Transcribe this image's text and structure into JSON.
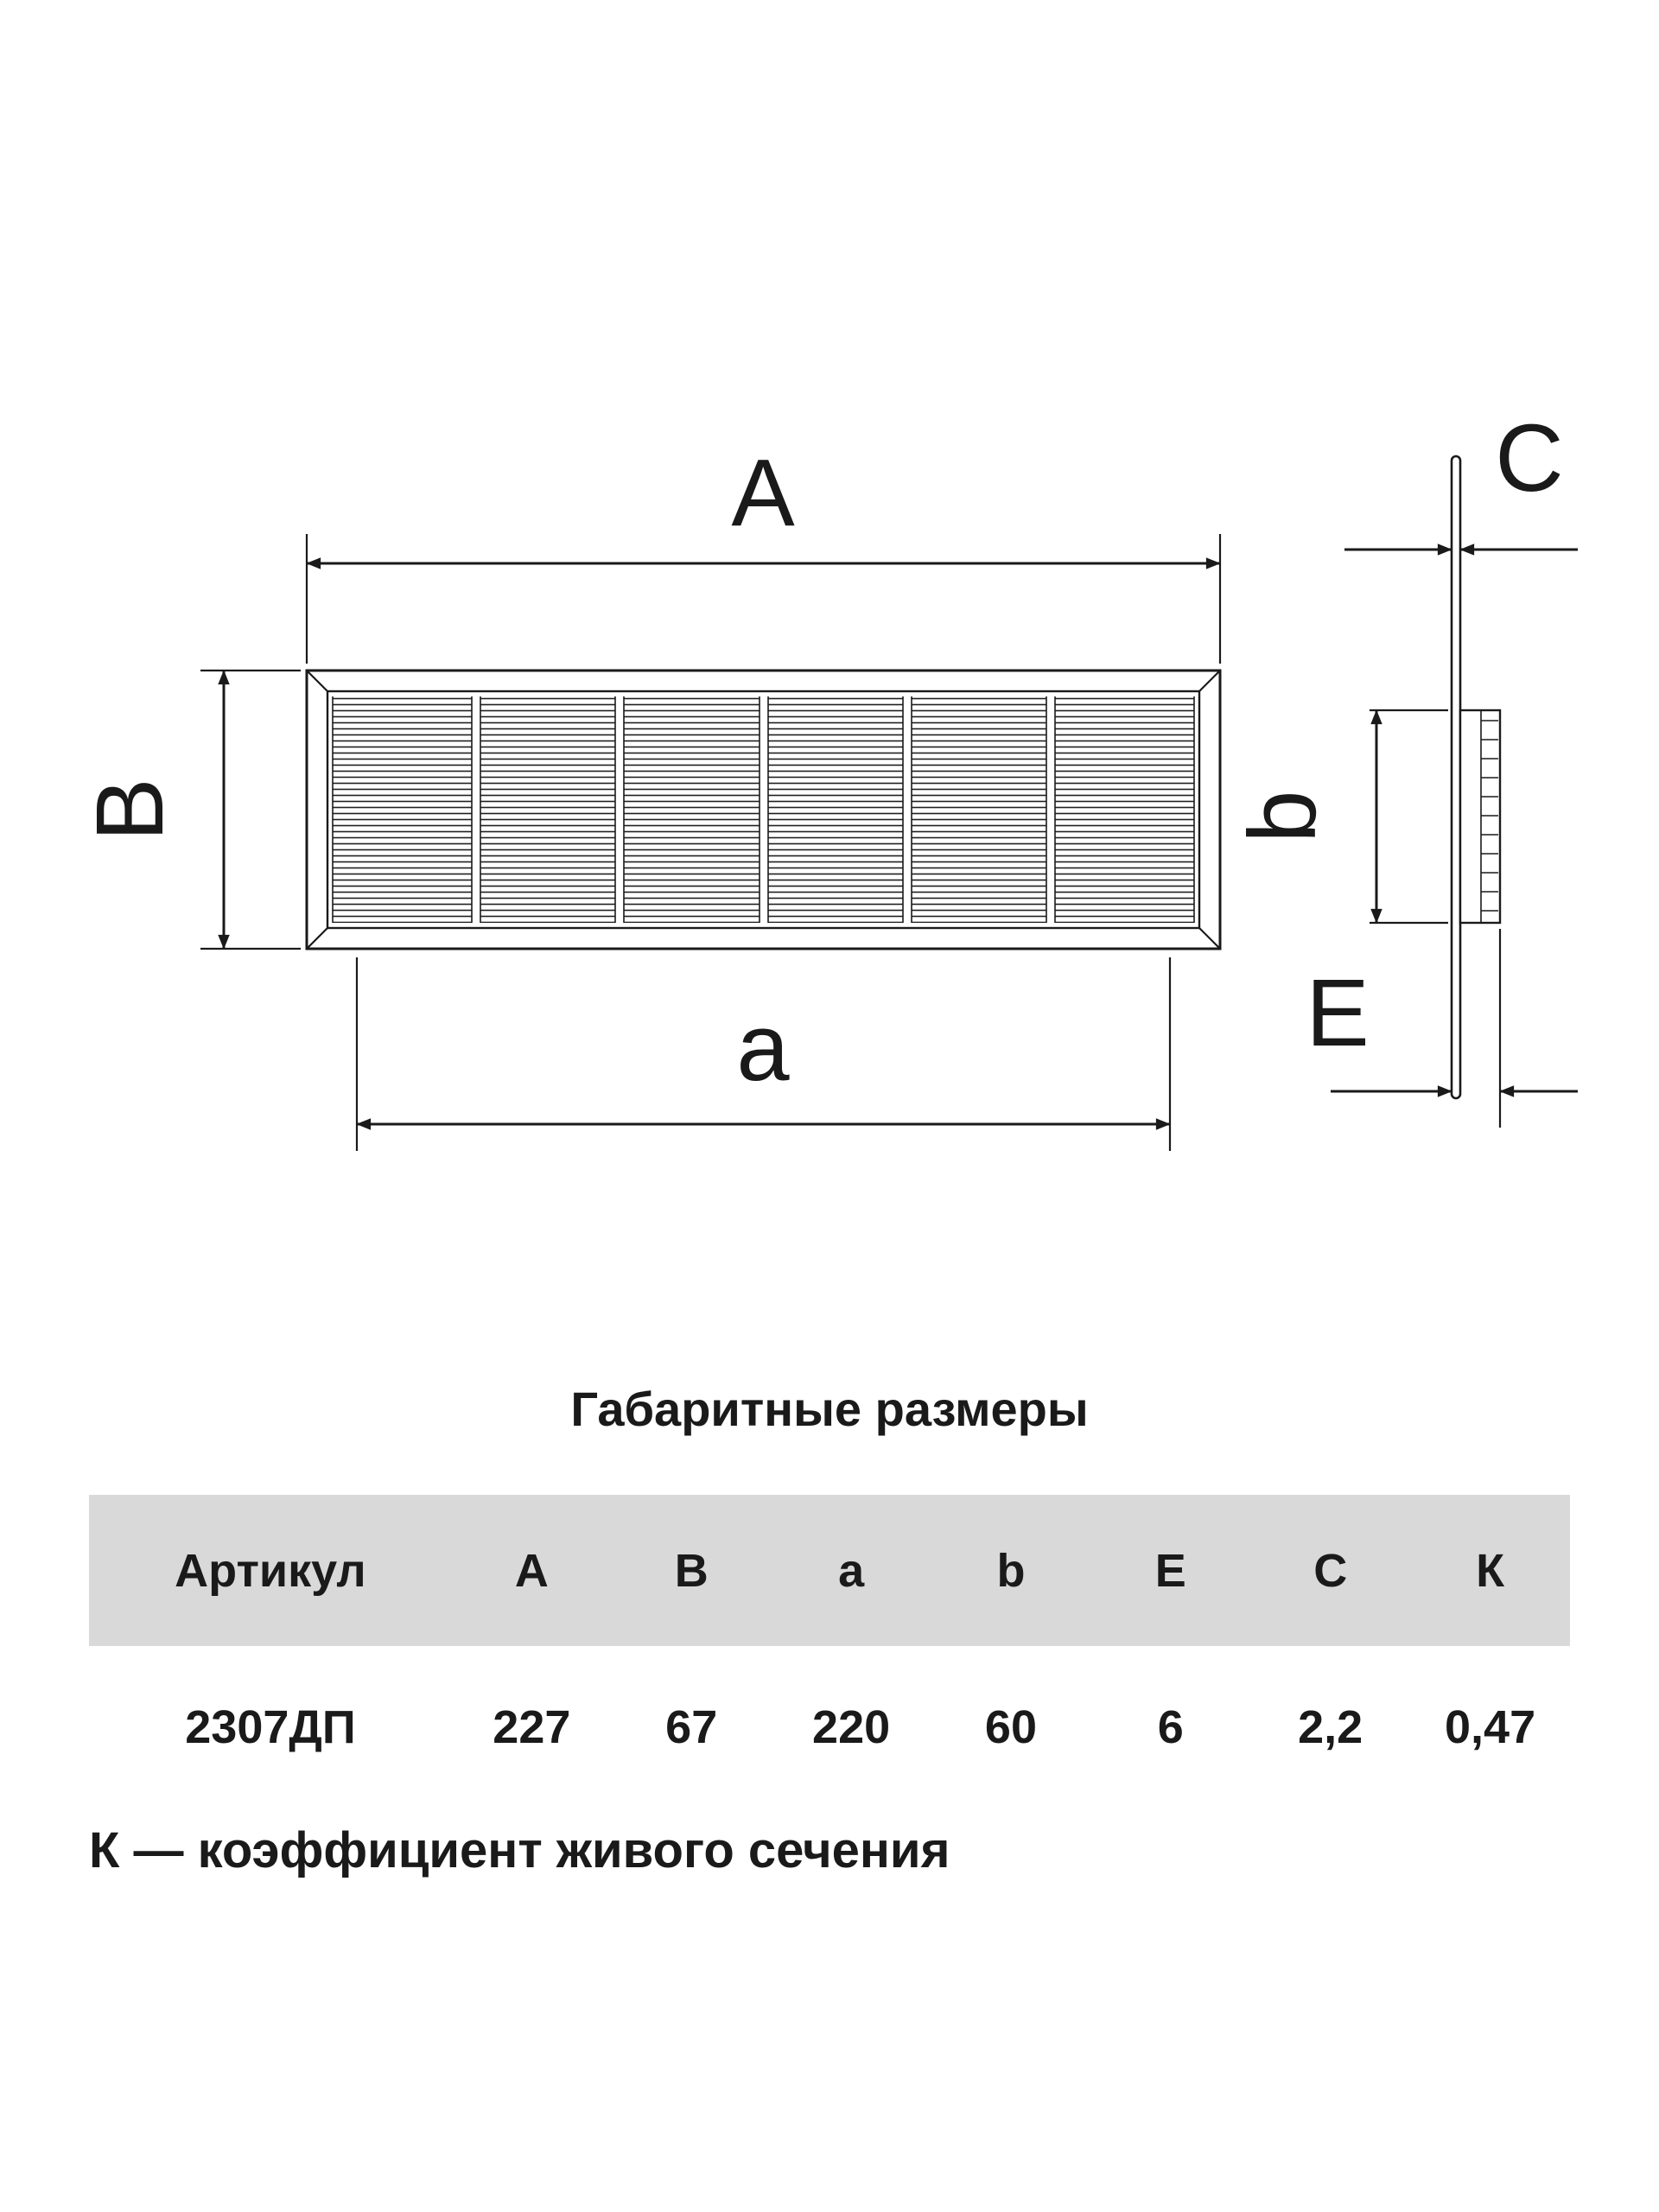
{
  "drawing": {
    "dim_labels": {
      "A": "А",
      "B": "В",
      "a": "а",
      "b": "b",
      "C": "С",
      "E": "Е"
    }
  },
  "table": {
    "title": "Габаритные размеры",
    "headers": [
      "Артикул",
      "А",
      "В",
      "а",
      "b",
      "Е",
      "С",
      "К"
    ],
    "row": {
      "article": "2307ДП",
      "A": "227",
      "B": "67",
      "a": "220",
      "b": "60",
      "E": "6",
      "C": "2,2",
      "K": "0,47"
    }
  },
  "footnote": "К — коэффициент живого сечения"
}
